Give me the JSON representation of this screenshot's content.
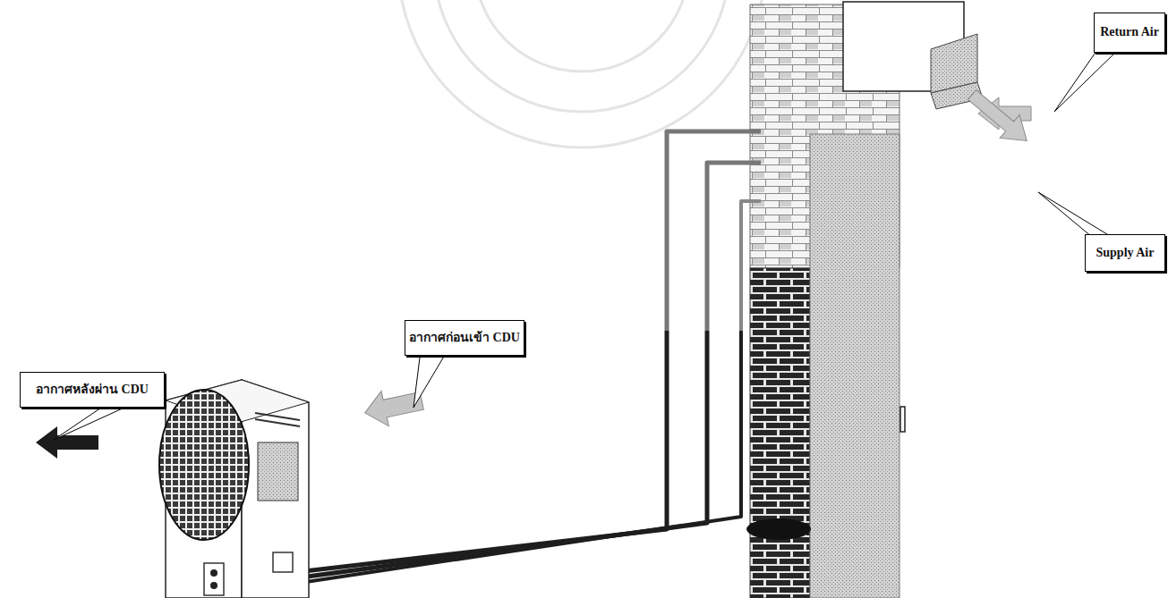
{
  "diagram": {
    "nodes": [
      {
        "text": [
          "Return Air"
        ]
      },
      {
        "text": [
          "Supply Air"
        ]
      },
      {
        "text": [
          "อากาศก่อนเข้า CDU"
        ]
      },
      {
        "text": [
          "อากาศหลังผ่าน CDU"
        ]
      }
    ]
  }
}
